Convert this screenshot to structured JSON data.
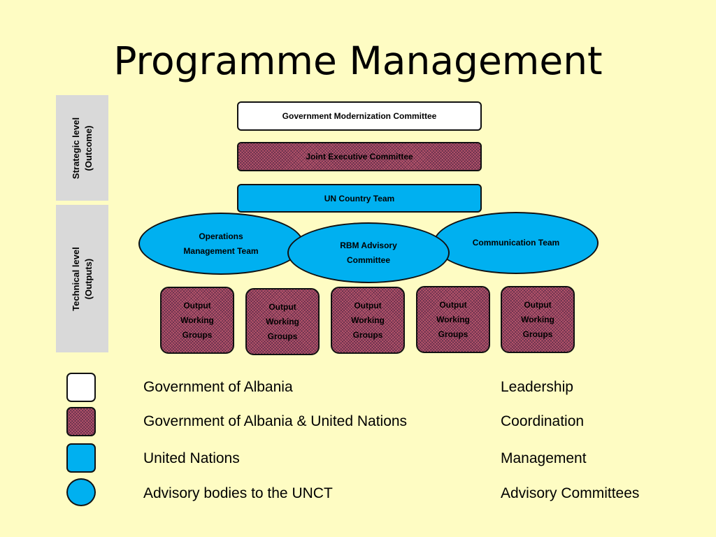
{
  "title": "Programme Management",
  "levels": {
    "strategic": "Strategic level\n(Outcome)",
    "technical": "Technical level\n(Outputs)"
  },
  "boxes": {
    "gov_committee": "Government Modernization Committee",
    "joint_committee": "Joint Executive Committee",
    "un_country_team": "UN Country Team"
  },
  "ellipses": {
    "operations": "Operations\nManagement Team",
    "rbm": "RBM Advisory\nCommittee",
    "communication": "Communication Team"
  },
  "output_groups": [
    "Output\nWorking\nGroups",
    "Output\nWorking\nGroups",
    "Output\nWorking\nGroups",
    "Output\nWorking\nGroups",
    "Output\nWorking\nGroups"
  ],
  "legend": [
    {
      "label": "Government of Albania",
      "role": "Leadership"
    },
    {
      "label": "Government of Albania & United Nations",
      "role": "Coordination"
    },
    {
      "label": "United Nations",
      "role": "Management"
    },
    {
      "label": "Advisory bodies to the UNCT",
      "role": "Advisory Committees"
    }
  ],
  "colors": {
    "background": "#fefcc3",
    "un_blue": "#00b0f0",
    "joint_hatch": "#b9566b",
    "sidebar_gray": "#d9d9d9"
  }
}
